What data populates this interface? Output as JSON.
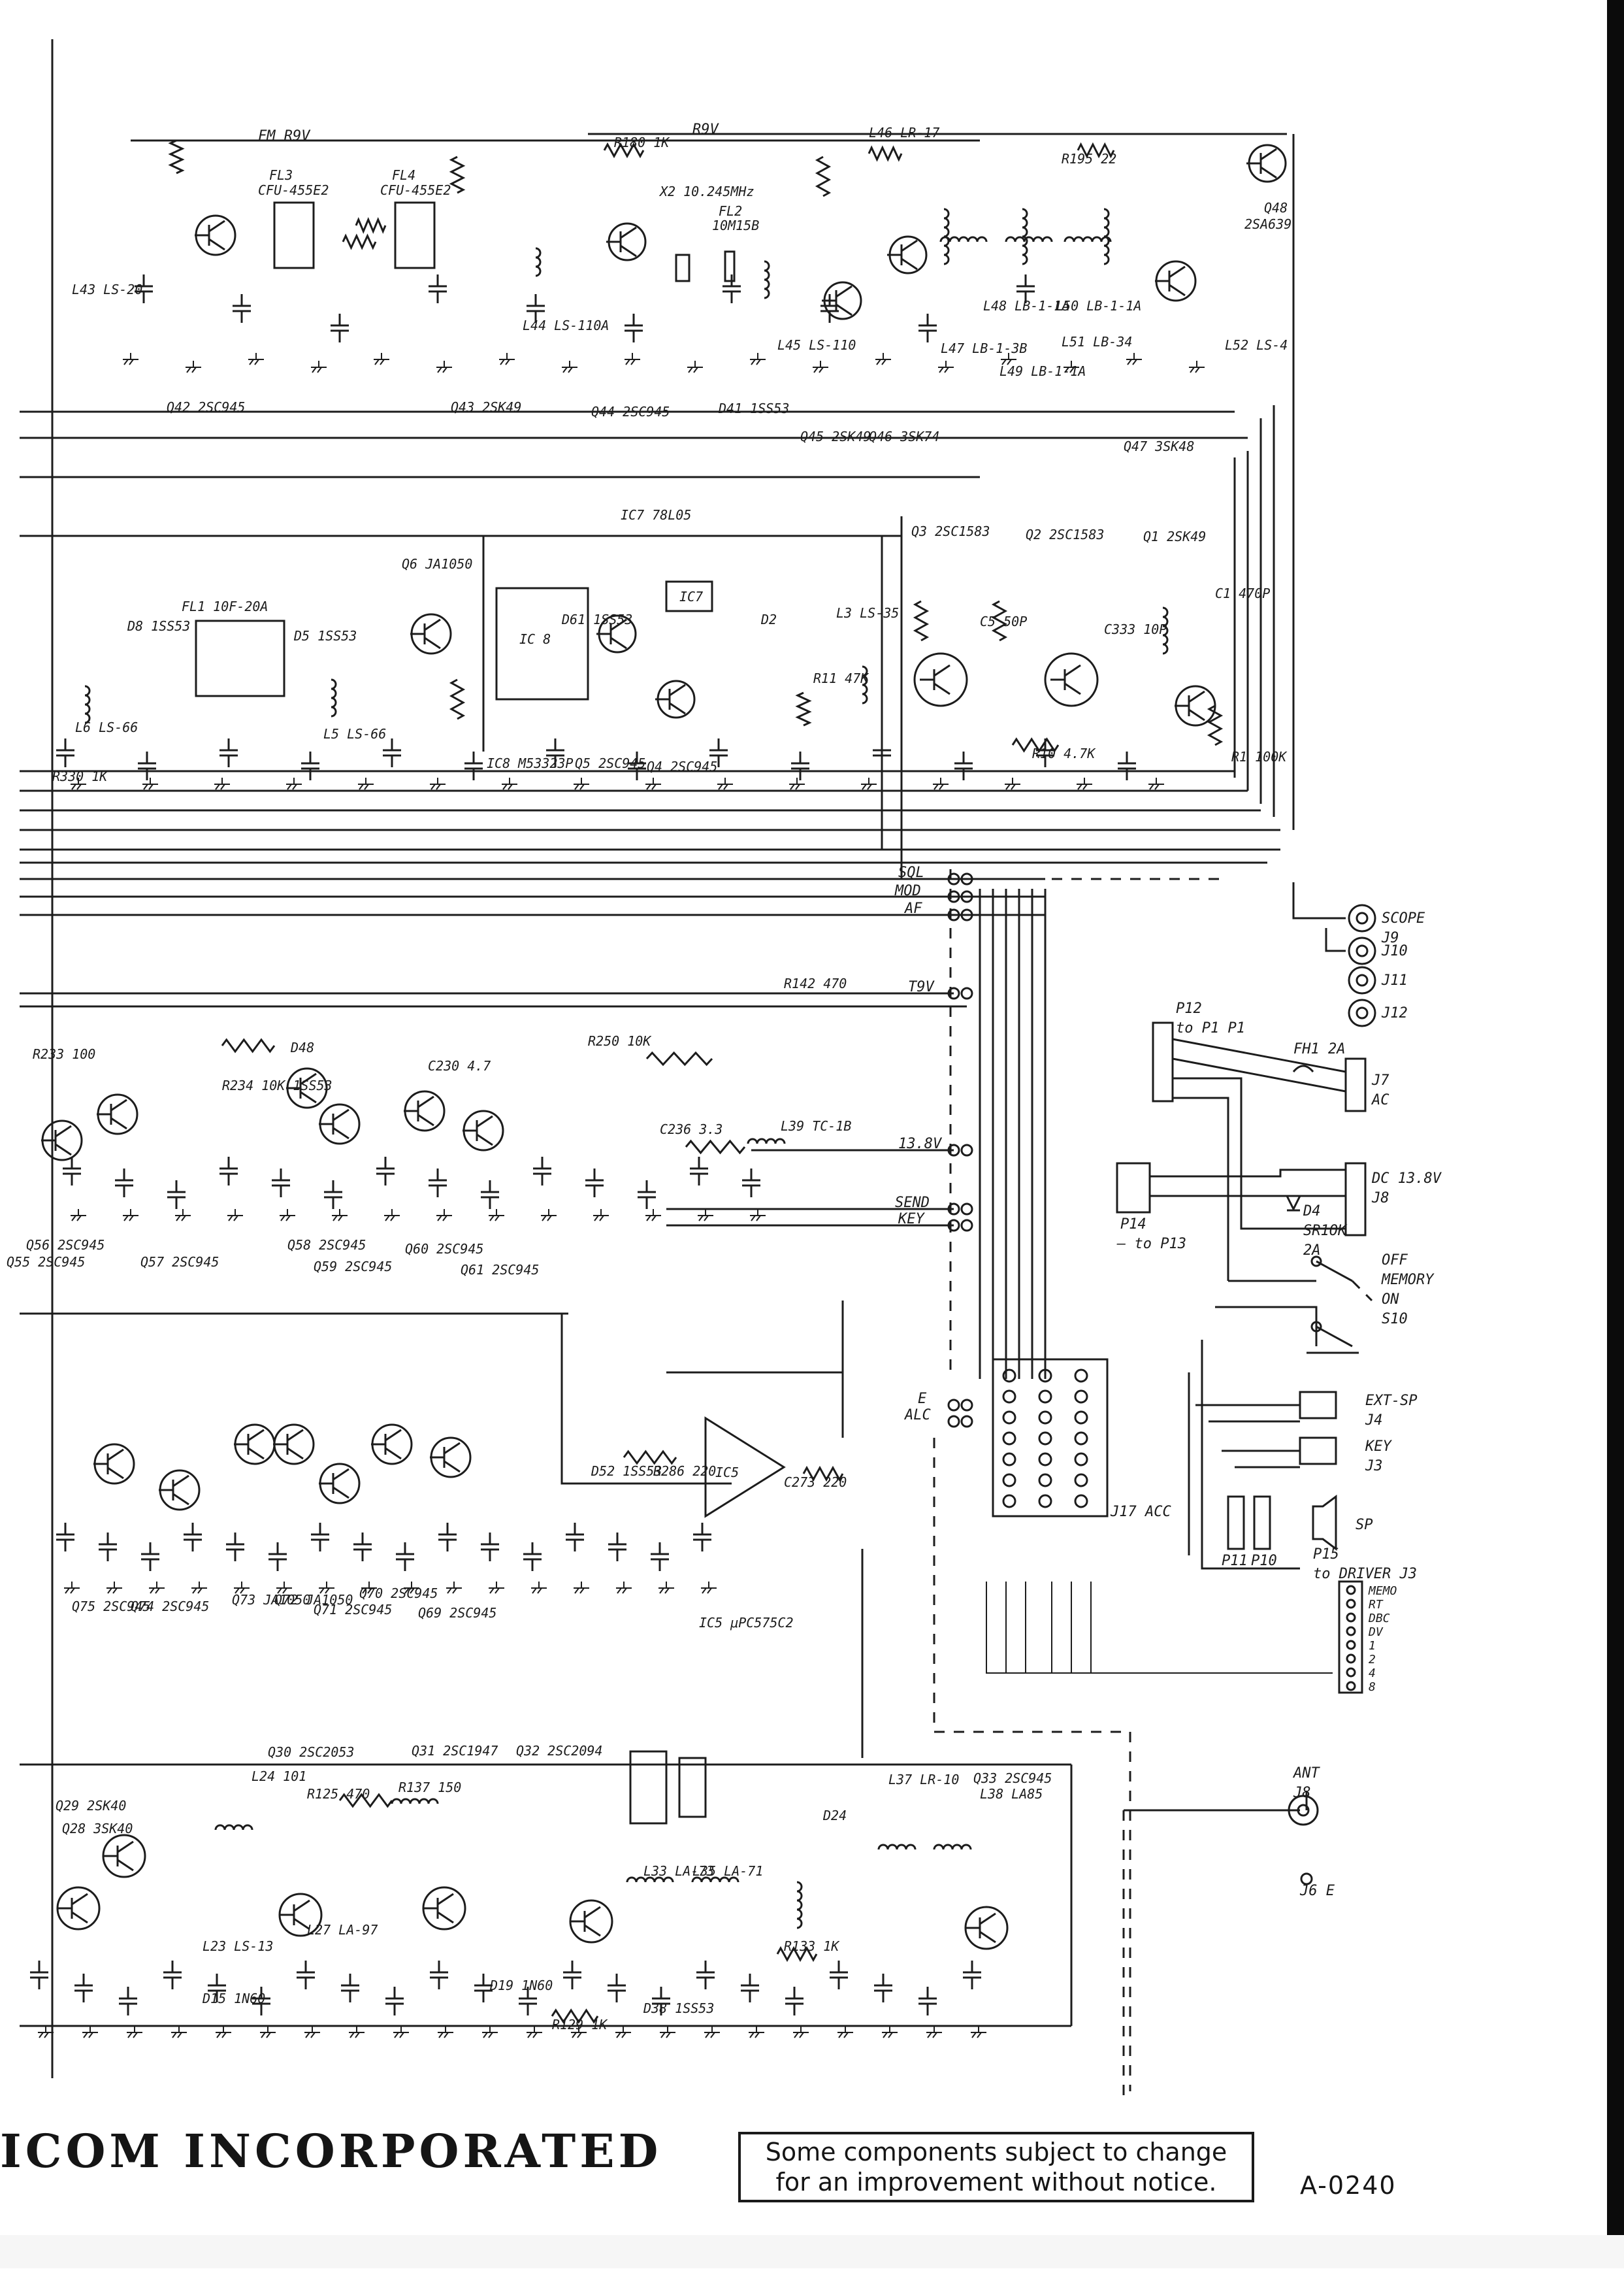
{
  "footer": {
    "company": "ICOM INCORPORATED",
    "notice_line1": "Some components subject to change",
    "notice_line2": "for an improvement without notice.",
    "doc_number": "A-0240"
  },
  "rails": [
    {
      "key": "fm_r9v",
      "text": "FM R9V"
    },
    {
      "key": "r9v",
      "text": "R9V"
    },
    {
      "key": "t9v",
      "text": "T9V"
    },
    {
      "key": "v138",
      "text": "13.8V"
    }
  ],
  "bus_signals": [
    {
      "key": "sql",
      "text": "SQL"
    },
    {
      "key": "mod",
      "text": "MOD"
    },
    {
      "key": "af",
      "text": "AF"
    },
    {
      "key": "t9v",
      "text": "T9V"
    },
    {
      "key": "v138",
      "text": "13.8V"
    },
    {
      "key": "send",
      "text": "SEND"
    },
    {
      "key": "key",
      "text": "KEY"
    },
    {
      "key": "e",
      "text": "E"
    },
    {
      "key": "alc",
      "text": "ALC"
    }
  ],
  "connectors": [
    {
      "key": "scope",
      "lines": [
        "SCOPE",
        "J9"
      ]
    },
    {
      "key": "j10",
      "lines": [
        "J10"
      ]
    },
    {
      "key": "j11",
      "lines": [
        "J11"
      ]
    },
    {
      "key": "j12",
      "lines": [
        "J12"
      ]
    },
    {
      "key": "p12",
      "lines": [
        "P12",
        "to P1  P1"
      ]
    },
    {
      "key": "fh1",
      "lines": [
        "FH1  2A"
      ]
    },
    {
      "key": "j7",
      "lines": [
        "J7",
        "AC"
      ]
    },
    {
      "key": "j8",
      "lines": [
        "DC 13.8V",
        "J8"
      ]
    },
    {
      "key": "p14",
      "lines": [
        "P14"
      ]
    },
    {
      "key": "d4",
      "lines": [
        "D4",
        "SR1OK",
        "2A"
      ]
    },
    {
      "key": "to_p13",
      "lines": [
        "— to P13"
      ]
    },
    {
      "key": "s10",
      "lines": [
        "OFF",
        "MEMORY",
        "ON",
        "S10"
      ]
    },
    {
      "key": "j4",
      "lines": [
        "EXT-SP",
        "J4"
      ]
    },
    {
      "key": "j3",
      "lines": [
        "KEY",
        "J3"
      ]
    },
    {
      "key": "sp",
      "lines": [
        "SP"
      ]
    },
    {
      "key": "p11",
      "lines": [
        "P11"
      ]
    },
    {
      "key": "p10",
      "lines": [
        "P10"
      ]
    },
    {
      "key": "j17",
      "lines": [
        "J17 ACC"
      ]
    },
    {
      "key": "p15",
      "lines": [
        "P15",
        "to DRIVER J3"
      ]
    },
    {
      "key": "ant",
      "lines": [
        "ANT",
        "J8"
      ]
    },
    {
      "key": "j6",
      "lines": [
        "J6  E"
      ]
    }
  ],
  "p15_pins": [
    "MEMO",
    "RT",
    "DBC",
    "DV",
    "1",
    "2",
    "4",
    "8"
  ],
  "component_labels": [
    {
      "key": "fl3",
      "text": "FL3"
    },
    {
      "key": "cfu455e2_a",
      "text": "CFU-455E2"
    },
    {
      "key": "fl4",
      "text": "FL4"
    },
    {
      "key": "cfu455e2_b",
      "text": "CFU-455E2"
    },
    {
      "key": "r180",
      "text": "R180 1K"
    },
    {
      "key": "fl2",
      "text": "FL2"
    },
    {
      "key": "fl2v",
      "text": "10M15B"
    },
    {
      "key": "x2",
      "text": "X2 10.245MHz"
    },
    {
      "key": "l46",
      "text": "L46 LR-17"
    },
    {
      "key": "r195",
      "text": "R195 22"
    },
    {
      "key": "q48",
      "text": "Q48"
    },
    {
      "key": "q48v",
      "text": "2SA639"
    },
    {
      "key": "l43",
      "text": "L43 LS-20"
    },
    {
      "key": "l44",
      "text": "L44 LS-110A"
    },
    {
      "key": "l45",
      "text": "L45 LS-110"
    },
    {
      "key": "l47",
      "text": "L47 LB-1-3B"
    },
    {
      "key": "l48",
      "text": "L48 LB-1-1A"
    },
    {
      "key": "l49",
      "text": "L49 LB-1-1A"
    },
    {
      "key": "l50",
      "text": "L50 LB-1-1A"
    },
    {
      "key": "l51",
      "text": "L51 LB-34"
    },
    {
      "key": "l52",
      "text": "L52 LS-4"
    },
    {
      "key": "q42",
      "text": "Q42 2SC945"
    },
    {
      "key": "q43",
      "text": "Q43 2SK49"
    },
    {
      "key": "q44",
      "text": "Q44 2SC945"
    },
    {
      "key": "d41",
      "text": "D41 1SS53"
    },
    {
      "key": "q45",
      "text": "Q45 2SK49"
    },
    {
      "key": "q46",
      "text": "Q46 3SK74"
    },
    {
      "key": "q47",
      "text": "Q47 3SK48"
    },
    {
      "key": "ic7",
      "text": "IC7  78L05"
    },
    {
      "key": "q3",
      "text": "Q3 2SC1583"
    },
    {
      "key": "q2",
      "text": "Q2 2SC1583"
    },
    {
      "key": "q1",
      "text": "Q1 2SK49"
    },
    {
      "key": "q6",
      "text": "Q6 JA1050"
    },
    {
      "key": "fl1",
      "text": "FL1  10F-20A"
    },
    {
      "key": "d5",
      "text": "D5 1SS53"
    },
    {
      "key": "d8",
      "text": "D8 1SS53"
    },
    {
      "key": "ic7box",
      "text": "IC7"
    },
    {
      "key": "ic8box",
      "text": "IC 8"
    },
    {
      "key": "d61",
      "text": "D61 1SS53"
    },
    {
      "key": "d2",
      "text": "D2"
    },
    {
      "key": "l3",
      "text": "L3 LS-35"
    },
    {
      "key": "c5",
      "text": "C5 50P"
    },
    {
      "key": "c333",
      "text": "C333 10P"
    },
    {
      "key": "c1",
      "text": "C1 470P"
    },
    {
      "key": "r11",
      "text": "R11 47K"
    },
    {
      "key": "r10",
      "text": "R10 4.7K"
    },
    {
      "key": "r1",
      "text": "R1 100K"
    },
    {
      "key": "l6",
      "text": "L6 LS-66"
    },
    {
      "key": "l5",
      "text": "L5 LS-66"
    },
    {
      "key": "r330",
      "text": "R330 1K"
    },
    {
      "key": "ic8",
      "text": "IC8 M53323P"
    },
    {
      "key": "q5",
      "text": "Q5 2SC945"
    },
    {
      "key": "q4",
      "text": "Q4 2SC945"
    },
    {
      "key": "r142",
      "text": "R142 470"
    },
    {
      "key": "r233",
      "text": "R233 100"
    },
    {
      "key": "d48",
      "text": "D48"
    },
    {
      "key": "r234",
      "text": "R234 10K 1SS53"
    },
    {
      "key": "c230",
      "text": "C230 4.7"
    },
    {
      "key": "r250",
      "text": "R250 10K"
    },
    {
      "key": "c236",
      "text": "C236 3.3"
    },
    {
      "key": "l39",
      "text": "L39 TC-1B"
    },
    {
      "key": "q56",
      "text": "Q56 2SC945"
    },
    {
      "key": "q57",
      "text": "Q57 2SC945"
    },
    {
      "key": "q58",
      "text": "Q58 2SC945"
    },
    {
      "key": "q59",
      "text": "Q59 2SC945"
    },
    {
      "key": "q60",
      "text": "Q60 2SC945"
    },
    {
      "key": "q61",
      "text": "Q61 2SC945"
    },
    {
      "key": "q55",
      "text": "Q55 2SC945"
    },
    {
      "key": "ic5box",
      "text": "IC5"
    },
    {
      "key": "d52",
      "text": "D52 1SS53"
    },
    {
      "key": "r286",
      "text": "R286 220"
    },
    {
      "key": "c273",
      "text": "C273 220"
    },
    {
      "key": "q75",
      "text": "Q75 2SC945"
    },
    {
      "key": "q74",
      "text": "Q74 2SC945"
    },
    {
      "key": "q73",
      "text": "Q73 JA1050"
    },
    {
      "key": "q72",
      "text": "Q72 JA1050"
    },
    {
      "key": "q70",
      "text": "Q70 2SC945"
    },
    {
      "key": "q71",
      "text": "Q71 2SC945"
    },
    {
      "key": "q69",
      "text": "Q69 2SC945"
    },
    {
      "key": "ic5",
      "text": "IC5  μPC575C2"
    },
    {
      "key": "q30",
      "text": "Q30 2SC2053"
    },
    {
      "key": "q31",
      "text": "Q31 2SC1947"
    },
    {
      "key": "q32",
      "text": "Q32 2SC2094"
    },
    {
      "key": "l24",
      "text": "L24 101"
    },
    {
      "key": "r125",
      "text": "R125 470"
    },
    {
      "key": "r137",
      "text": "R137 150"
    },
    {
      "key": "q29",
      "text": "Q29 2SK40"
    },
    {
      "key": "q28",
      "text": "Q28 3SK40"
    },
    {
      "key": "l37",
      "text": "L37 LR-10"
    },
    {
      "key": "q33",
      "text": "Q33 2SC945"
    },
    {
      "key": "l38",
      "text": "L38 LA85"
    },
    {
      "key": "l33",
      "text": "L33 LA-73"
    },
    {
      "key": "l35",
      "text": "L35 LA-71"
    },
    {
      "key": "d24",
      "text": "D24"
    },
    {
      "key": "d19",
      "text": "D19 1N60"
    },
    {
      "key": "r133",
      "text": "R133 1K"
    },
    {
      "key": "d15",
      "text": "D15 1N60"
    },
    {
      "key": "l23",
      "text": "L23 LS-13"
    },
    {
      "key": "l27",
      "text": "L27 LA-97"
    },
    {
      "key": "r129",
      "text": "R129 1K"
    },
    {
      "key": "d38",
      "text": "D38 1SS53"
    }
  ]
}
